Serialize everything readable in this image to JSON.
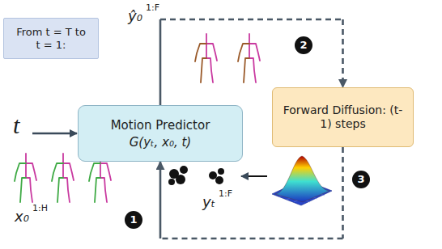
{
  "diagram": {
    "nodes": [
      {
        "text": [
          "From t = T to t = 1:"
        ]
      },
      {
        "text": [
          "Motion Predictor",
          "G(yₜ, x₀, t)"
        ]
      },
      {
        "text": [
          "Forward Diffusion: (t-1) steps"
        ]
      }
    ],
    "edges": [
      {
        "from": 1,
        "to": 2,
        "arrow": "to"
      },
      {
        "from": 2,
        "to": 1,
        "arrow": "to"
      }
    ],
    "labels": [
      "t",
      "ŷ₀",
      "1:F",
      "2",
      "3",
      "1",
      "x₀",
      "1:H",
      "yₜ",
      "1:F"
    ]
  }
}
